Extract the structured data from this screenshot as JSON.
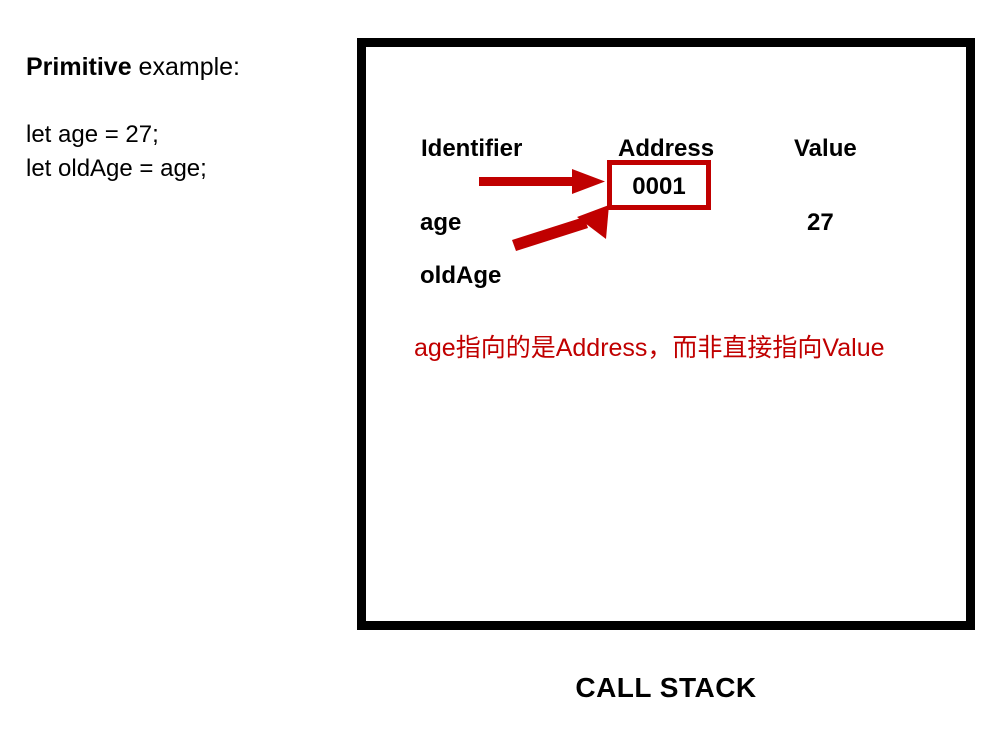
{
  "slide": {
    "background_color": "#FFFFFF",
    "accent_red": "#C00000",
    "border_black": "#000000"
  },
  "left_panel": {
    "title_bold": "Primitive",
    "title_rest": " example:",
    "code_lines": [
      "let age = 27;",
      "let oldAge = age;"
    ]
  },
  "call_stack": {
    "caption": "CALL STACK",
    "columns": {
      "identifier": "Identifier",
      "address": "Address",
      "value": "Value"
    },
    "rows": [
      {
        "identifier": "age",
        "address": "0001",
        "value": "27",
        "arrow": "straight-arrow-right"
      },
      {
        "identifier": "oldAge",
        "address": "0001",
        "value": "",
        "arrow": "diagonal-arrow-up-right"
      }
    ],
    "annotation": "age指向的是Address，而非直接指向Value"
  }
}
